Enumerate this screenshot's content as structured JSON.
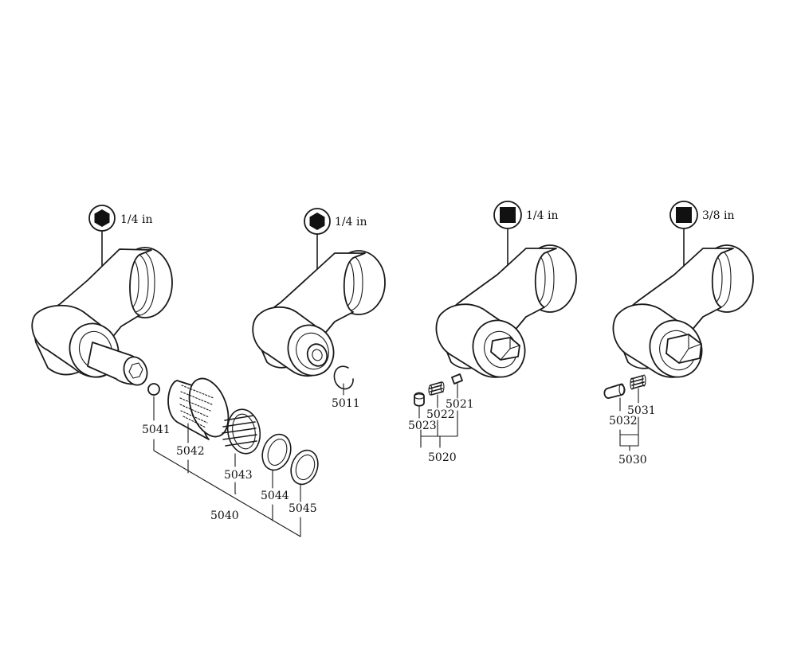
{
  "tools": [
    {
      "drive_icon": "hex-socket-icon",
      "size": "1/4 in"
    },
    {
      "drive_icon": "hex-socket-icon",
      "size": "1/4 in"
    },
    {
      "drive_icon": "square-drive-icon",
      "size": "1/4 in"
    },
    {
      "drive_icon": "square-drive-icon",
      "size": "3/8 in"
    }
  ],
  "parts": {
    "p5011": "5011",
    "p5021": "5021",
    "p5022": "5022",
    "p5023": "5023",
    "p5020": "5020",
    "p5031": "5031",
    "p5032": "5032",
    "p5030": "5030",
    "p5041": "5041",
    "p5042": "5042",
    "p5043": "5043",
    "p5044": "5044",
    "p5045": "5045",
    "p5040": "5040"
  },
  "colors": {
    "line": "#1a1a1a",
    "background": "#ffffff"
  }
}
